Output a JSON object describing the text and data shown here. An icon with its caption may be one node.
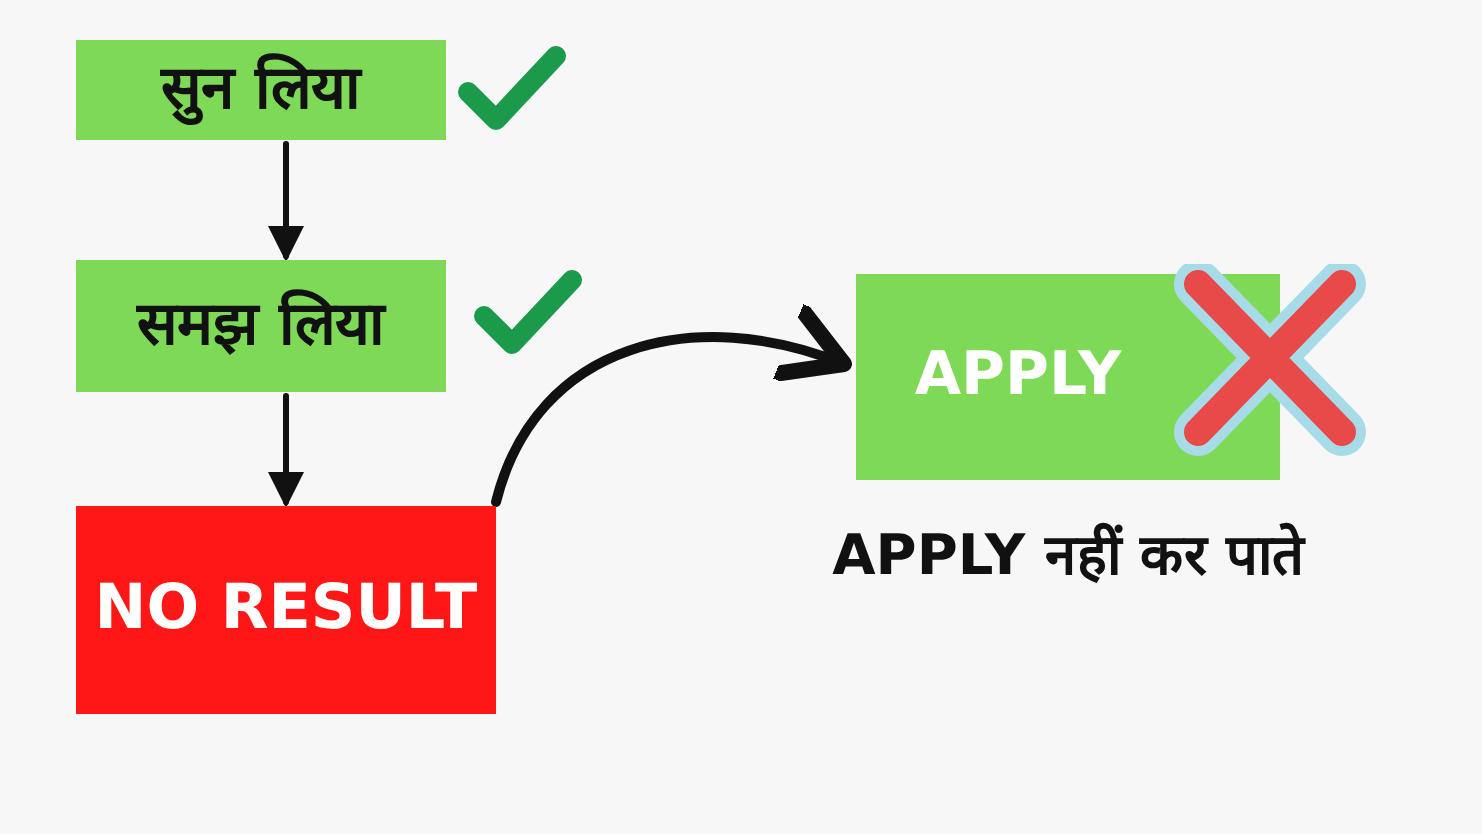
{
  "diagram": {
    "nodes": [
      {
        "text": [
          "सुन लिया"
        ]
      },
      {
        "text": [
          "समझ लिया"
        ]
      },
      {
        "text": [
          "NO RESULT"
        ]
      },
      {
        "text": [
          "APPLY"
        ],
        "beside": [
          "APPLY नहीं कर पाते"
        ]
      }
    ],
    "edges": [
      {
        "from": 0,
        "to": 1,
        "arrow": "to"
      },
      {
        "from": 1,
        "to": 2,
        "arrow": "to"
      },
      {
        "from": 2,
        "to": 3,
        "arrow": "to"
      }
    ]
  }
}
